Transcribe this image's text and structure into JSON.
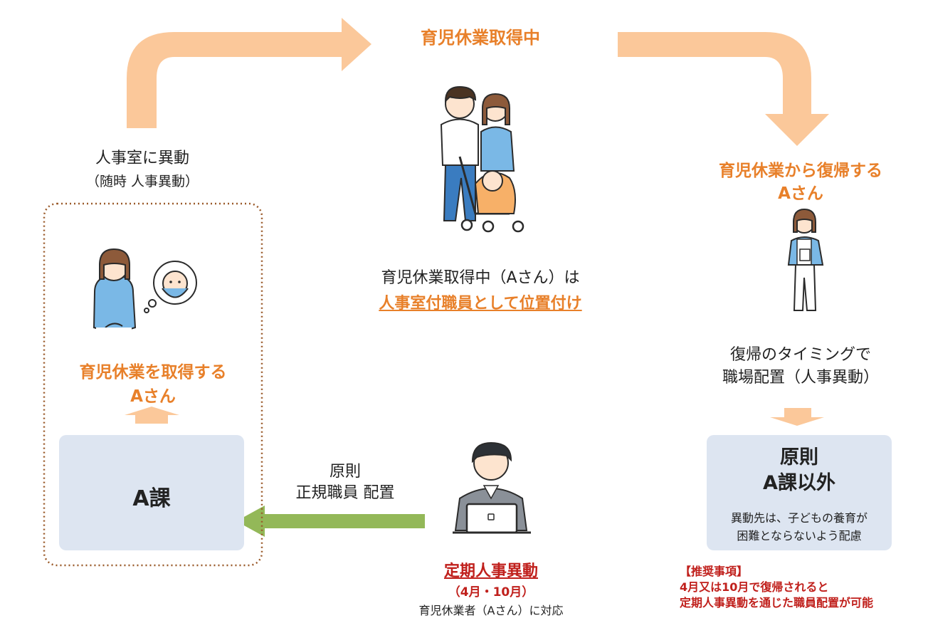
{
  "top_label": "育児休業取得中",
  "transfer_label": {
    "line1": "人事室に異動",
    "line2": "（随時 人事異動）"
  },
  "leave_taker": {
    "line1": "育児休業を取得する",
    "line2": "Aさん"
  },
  "section_a": "A課",
  "center_caption": {
    "line1": "育児休業取得中（Aさん）は",
    "line2": "人事室付職員として位置付け"
  },
  "placement": {
    "line1": "原則",
    "line2": "正規職員 配置"
  },
  "regular_transfer": {
    "title": "定期人事異動",
    "months": "（4月・10月）",
    "note": "育児休業者（Aさん）に対応"
  },
  "returnee": {
    "line1": "育児休業から復帰する",
    "line2": "Aさん"
  },
  "return_timing": {
    "line1": "復帰のタイミングで",
    "line2": "職場配置（人事異動）"
  },
  "result_box": {
    "line1": "原則",
    "line2": "A課以外",
    "note1": "異動先は、子どもの養育が",
    "note2": "困難とならないよう配慮"
  },
  "recommendation": {
    "title": "【推奨事項】",
    "line1": "4月又は10月で復帰されると",
    "line2": "定期人事異動を通じた職員配置が可能"
  },
  "colors": {
    "arrow_peach": "#fbc89a",
    "arrow_green": "#93b858",
    "box_fill": "#dde5f1",
    "accent_orange": "#e8802a",
    "accent_red": "#c0201c",
    "dotted_border": "#9a5a2a"
  }
}
